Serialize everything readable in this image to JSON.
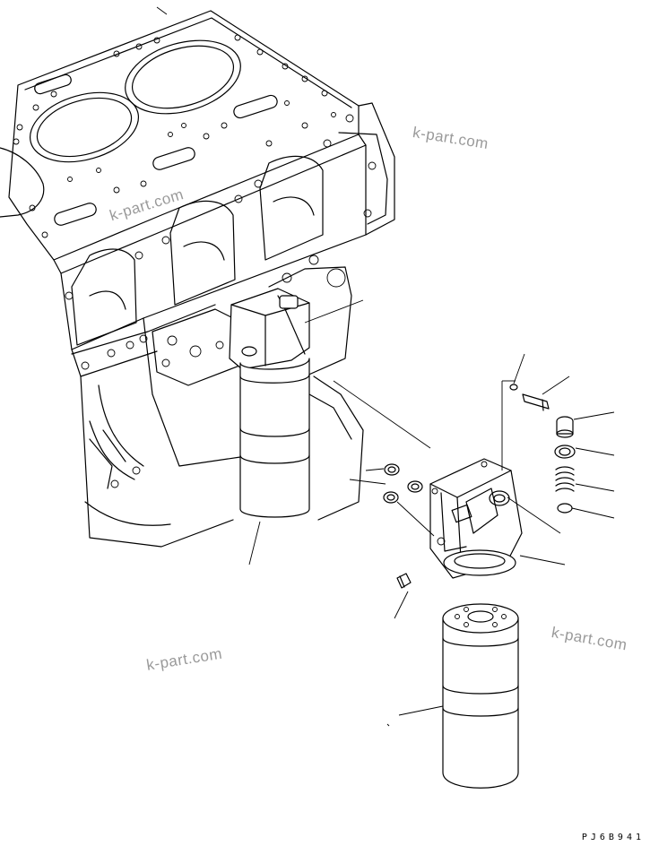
{
  "watermarks": [
    "k-part.com",
    "k-part.com",
    "k-part.com",
    "k-part.com"
  ],
  "drawing_code": "PJ6B941"
}
